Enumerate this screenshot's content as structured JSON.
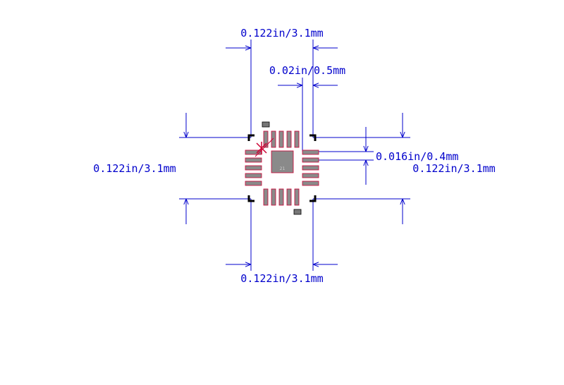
{
  "dimensions": {
    "top_width": "0.122in/3.1mm",
    "pitch": "0.02in/0.5mm",
    "left_height": "0.122in/3.1mm",
    "pad_width": "0.016in/0.4mm",
    "right_height": "0.122in/3.1mm",
    "bottom_width": "0.122in/3.1mm"
  },
  "package": {
    "center_pad_number": "21",
    "pins_per_side": 5
  },
  "colors": {
    "dimension_line": "#0000cc",
    "pad_fill": "#8a8a8a",
    "pad_outline": "#cc0033",
    "silkscreen": "#000000",
    "pin1_marker": "#cc0033"
  }
}
